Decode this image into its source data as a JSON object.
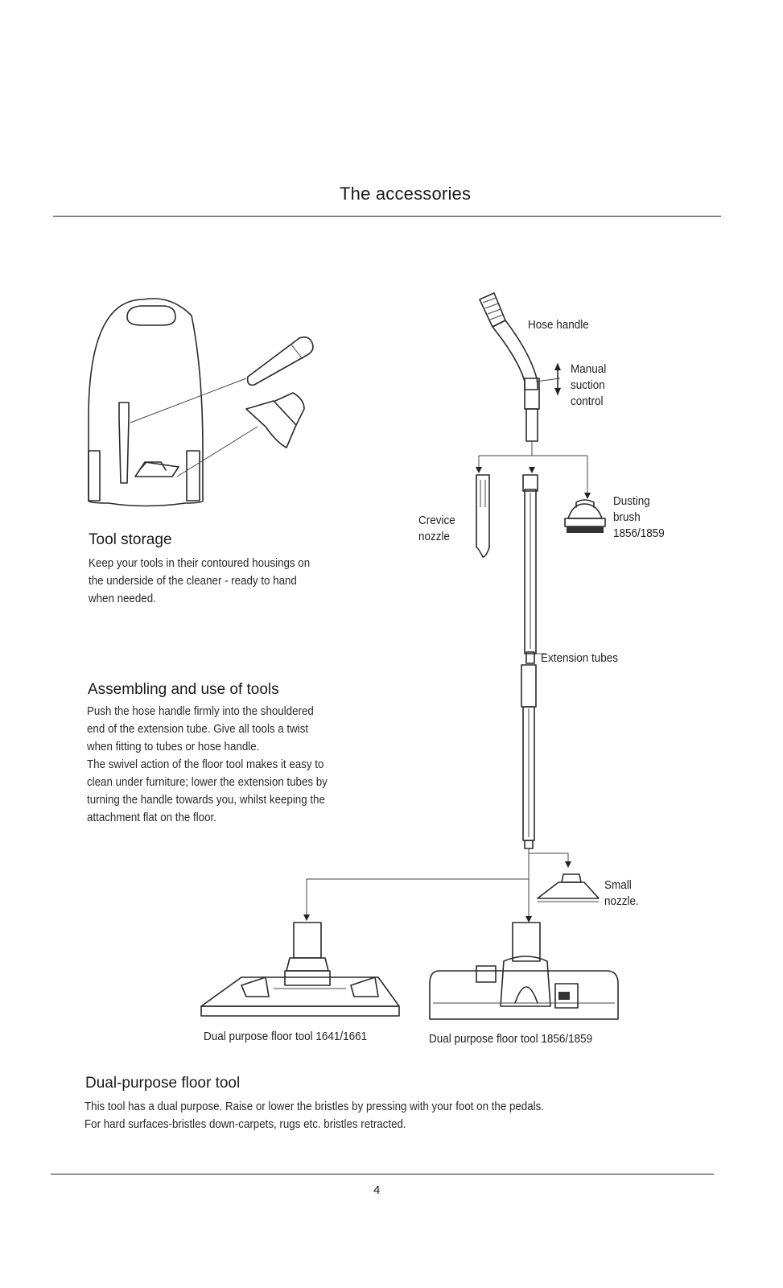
{
  "header": {
    "title": "The accessories"
  },
  "sections": {
    "tool_storage": {
      "heading": "Tool storage",
      "lines": [
        "Keep your tools in their contoured housings on",
        "the underside of the cleaner - ready to hand",
        "when needed."
      ]
    },
    "assembling": {
      "heading": "Assembling and use of tools",
      "lines": [
        "Push the hose handle firmly into the shouldered",
        "end of the extension tube. Give all tools a twist",
        "when fitting to tubes or hose handle.",
        "The swivel action of the floor tool makes it easy to",
        "clean under furniture; lower the extension tubes by",
        "turning the handle towards you, whilst keeping the",
        "attachment flat on the floor."
      ]
    },
    "dual_purpose": {
      "heading": "Dual-purpose floor tool",
      "lines": [
        "This tool has a dual purpose. Raise or lower the bristles by pressing with your foot on the pedals.",
        "For hard surfaces-bristles down-carpets, rugs etc. bristles retracted."
      ]
    }
  },
  "labels": {
    "hose_handle": "Hose handle",
    "manual_suction": [
      "Manual",
      "suction",
      "control"
    ],
    "crevice_nozzle": [
      "Crevice",
      "nozzle"
    ],
    "dusting_brush": [
      "Dusting",
      "brush",
      "1856/1859"
    ],
    "extension_tubes": "Extension tubes",
    "small_nozzle": [
      "Small",
      "nozzle."
    ],
    "floor_tool_a": "Dual purpose floor tool 1641/1661",
    "floor_tool_b": "Dual purpose floor tool 1856/1859"
  },
  "footer": {
    "page_number": "4"
  }
}
